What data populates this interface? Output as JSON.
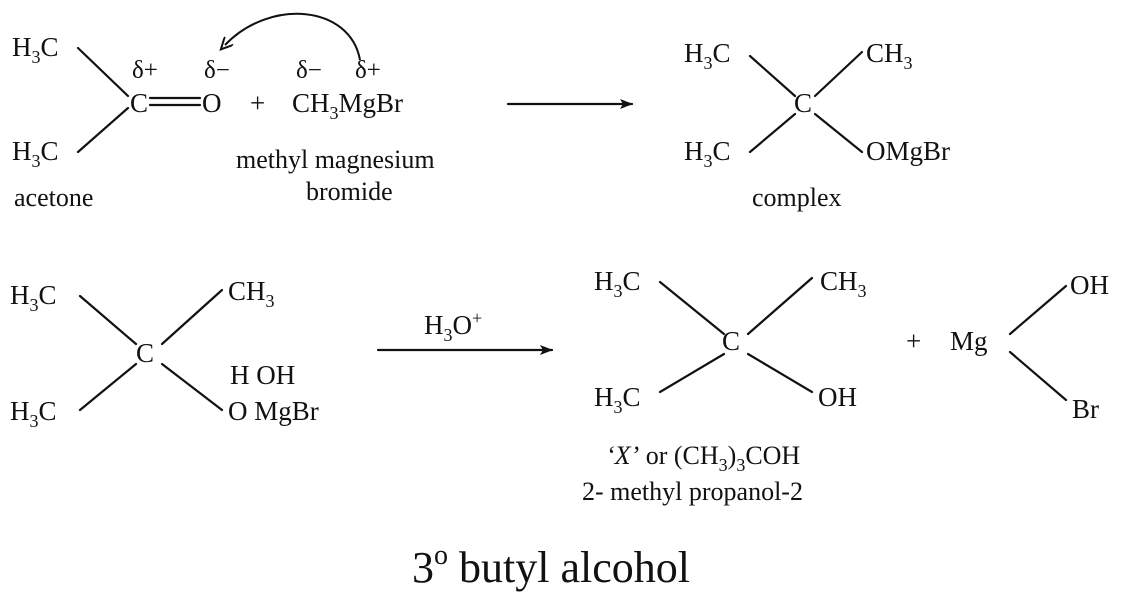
{
  "reaction1": {
    "acetone": {
      "h3c_top": {
        "base": "H",
        "sub": "3",
        "tail": "C"
      },
      "h3c_bottom": {
        "base": "H",
        "sub": "3",
        "tail": "C"
      },
      "delta_c": "δ+",
      "delta_o": "δ−",
      "carbon": "C",
      "oxygen": "O",
      "name": "acetone"
    },
    "plus": "+",
    "grignard": {
      "delta_1": "δ−",
      "delta_2": "δ+",
      "formula": {
        "base": "CH",
        "sub": "3",
        "tail": "MgBr"
      },
      "name_line1": "methyl magnesium",
      "name_line2": "bromide"
    },
    "complex": {
      "h3c_top": {
        "base": "H",
        "sub": "3",
        "tail": "C"
      },
      "ch3": {
        "base": "CH",
        "sub": "3"
      },
      "carbon": "C",
      "h3c_bottom": {
        "base": "H",
        "sub": "3",
        "tail": "C"
      },
      "omgbr": "OMgBr",
      "name": "complex"
    }
  },
  "reaction2": {
    "left": {
      "h3c_top": {
        "base": "H",
        "sub": "3",
        "tail": "C"
      },
      "ch3": {
        "base": "CH",
        "sub": "3"
      },
      "carbon": "C",
      "h3c_bottom": {
        "base": "H",
        "sub": "3",
        "tail": "C"
      },
      "water_line": "H OH",
      "omgbr": "O MgBr"
    },
    "reagent": {
      "base": "H",
      "sub": "3",
      "tail": "O",
      "sup": "+"
    },
    "product": {
      "h3c_top": {
        "base": "H",
        "sub": "3",
        "tail": "C"
      },
      "ch3": {
        "base": "CH",
        "sub": "3"
      },
      "carbon": "C",
      "h3c_bottom": {
        "base": "H",
        "sub": "3",
        "tail": "C"
      },
      "oh": "OH",
      "label_x": "‘X’",
      "label_or": " or (CH",
      "label_sub": "3",
      "label_rest": ")",
      "label_sub2": "3",
      "label_end": "COH",
      "name": "2- methyl propanol-2"
    },
    "plus": "+",
    "byproduct": {
      "mg": "Mg",
      "oh": "OH",
      "br": "Br"
    }
  },
  "title": {
    "main": "3",
    "sup": "o",
    "rest": " butyl alcohol"
  }
}
